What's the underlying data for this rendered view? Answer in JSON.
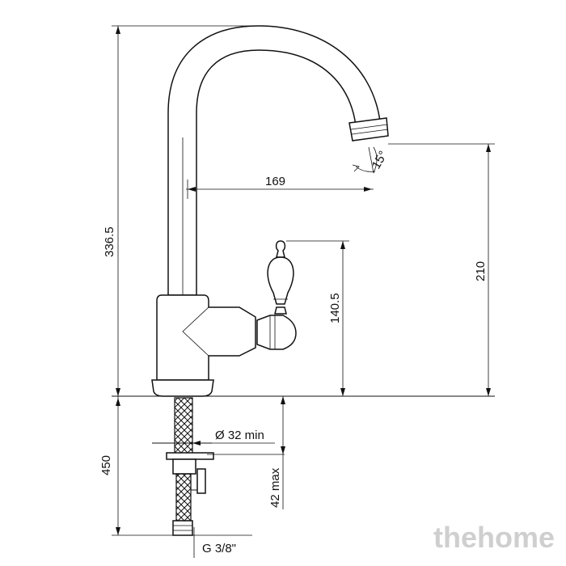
{
  "dimensions": {
    "total_height": "336.5",
    "reach": "169",
    "spout_height": "210",
    "handle_height": "140.5",
    "shank_length": "450",
    "hole_diameter": "Ø 32 min",
    "deck_max": "42 max",
    "thread": "G 3/8\"",
    "swivel_angle": "15°"
  },
  "watermark": "thehome"
}
